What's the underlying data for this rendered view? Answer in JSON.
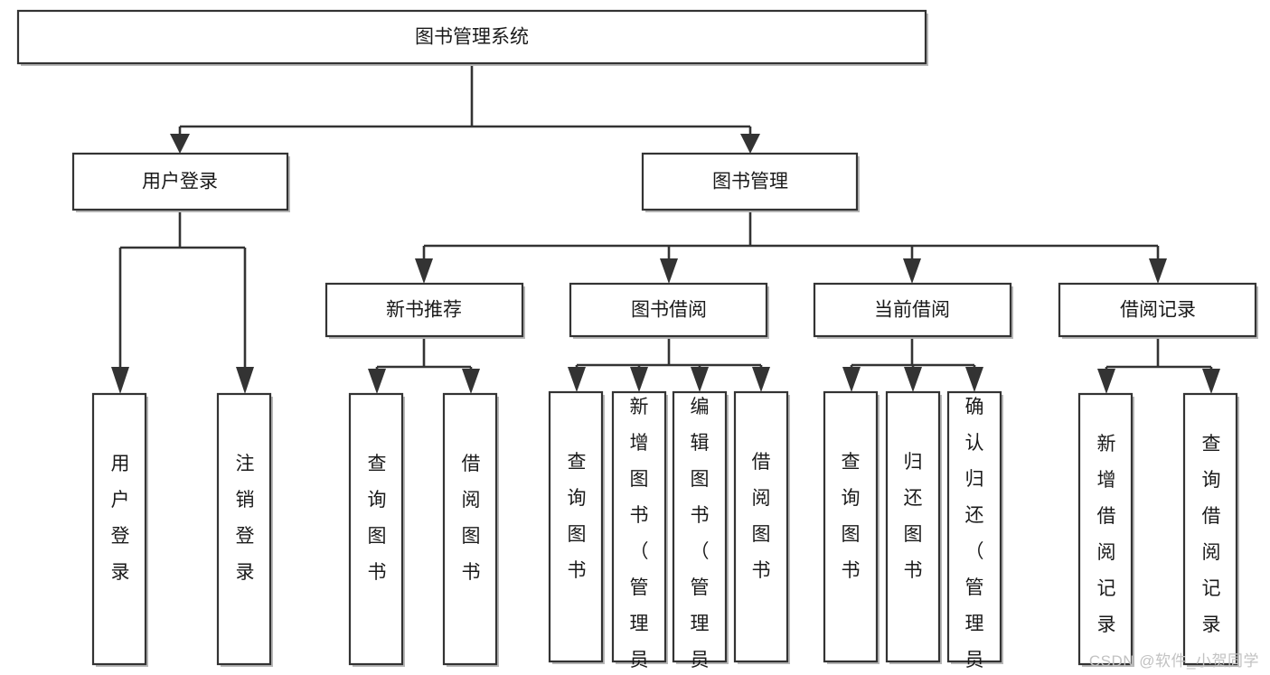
{
  "diagram": {
    "title": "图书管理系统",
    "type": "tree-hierarchy-chart",
    "watermark": "CSDN @软件_小贺同学",
    "colors": {
      "box_fill": "#ffffff",
      "box_stroke": "#333333",
      "text": "#1a1a1a",
      "watermark": "#c2c2c2",
      "background": "#ffffff"
    },
    "root": {
      "id": "root",
      "label": "图书管理系统",
      "orientation": "horizontal"
    },
    "level1": [
      {
        "id": "user-login",
        "label": "用户登录",
        "orientation": "horizontal"
      },
      {
        "id": "book-manage",
        "label": "图书管理",
        "orientation": "horizontal"
      }
    ],
    "level2": [
      {
        "id": "new-book-recommend",
        "label": "新书推荐",
        "parent": "book-manage",
        "orientation": "horizontal"
      },
      {
        "id": "book-borrow",
        "label": "图书借阅",
        "parent": "book-manage",
        "orientation": "horizontal"
      },
      {
        "id": "current-borrow",
        "label": "当前借阅",
        "parent": "book-manage",
        "orientation": "horizontal"
      },
      {
        "id": "borrow-record",
        "label": "借阅记录",
        "parent": "book-manage",
        "orientation": "horizontal"
      }
    ],
    "leaves": [
      {
        "id": "leaf-user-login",
        "label": "用户登录",
        "parent": "user-login",
        "orientation": "vertical"
      },
      {
        "id": "leaf-user-logout",
        "label": "注销登录",
        "parent": "user-login",
        "orientation": "vertical"
      },
      {
        "id": "leaf-query-book-1",
        "label": "查询图书",
        "parent": "new-book-recommend",
        "orientation": "vertical"
      },
      {
        "id": "leaf-borrow-book-1",
        "label": "借阅图书",
        "parent": "new-book-recommend",
        "orientation": "vertical"
      },
      {
        "id": "leaf-query-book-2",
        "label": "查询图书",
        "parent": "book-borrow",
        "orientation": "vertical"
      },
      {
        "id": "leaf-add-book",
        "label": "新增图书（管理员）",
        "parent": "book-borrow",
        "orientation": "vertical"
      },
      {
        "id": "leaf-edit-book",
        "label": "编辑图书（管理员）",
        "parent": "book-borrow",
        "orientation": "vertical"
      },
      {
        "id": "leaf-borrow-book-2",
        "label": "借阅图书",
        "parent": "book-borrow",
        "orientation": "vertical"
      },
      {
        "id": "leaf-query-book-3",
        "label": "查询图书",
        "parent": "current-borrow",
        "orientation": "vertical"
      },
      {
        "id": "leaf-return-book",
        "label": "归还图书",
        "parent": "current-borrow",
        "orientation": "vertical"
      },
      {
        "id": "leaf-confirm-return",
        "label": "确认归还（管理员）",
        "parent": "current-borrow",
        "orientation": "vertical"
      },
      {
        "id": "leaf-add-record",
        "label": "新增借阅记录",
        "parent": "borrow-record",
        "orientation": "vertical"
      },
      {
        "id": "leaf-query-record",
        "label": "查询借阅记录",
        "parent": "borrow-record",
        "orientation": "vertical"
      }
    ]
  }
}
